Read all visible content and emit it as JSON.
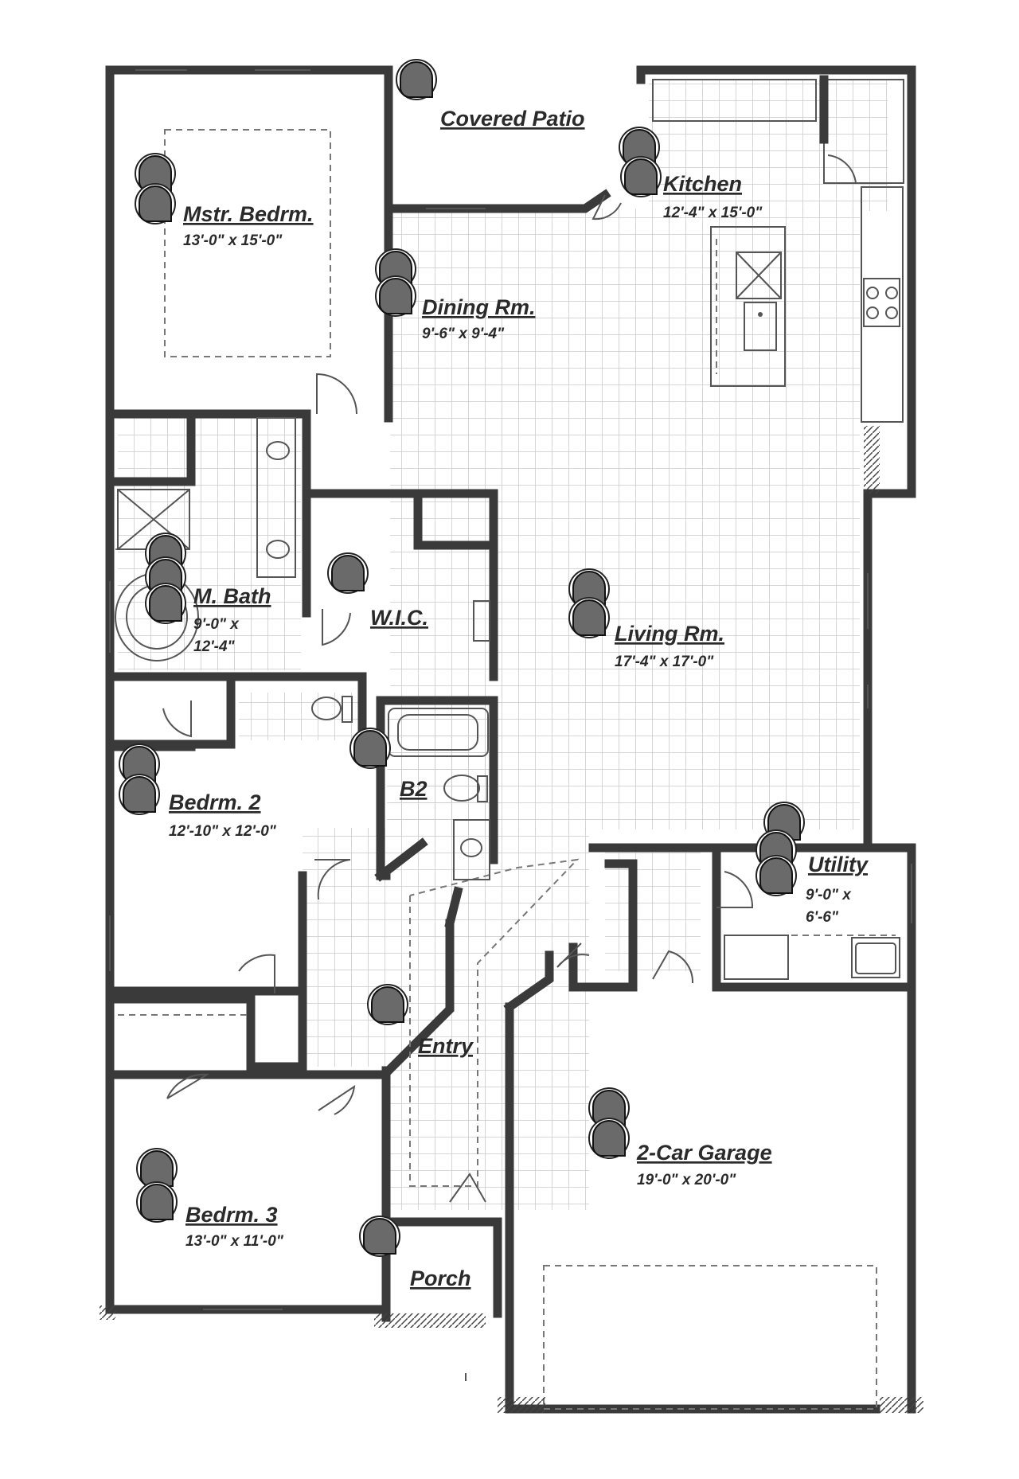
{
  "rooms": {
    "covered_patio": {
      "name": "Covered Patio"
    },
    "kitchen": {
      "name": "Kitchen",
      "dims": "12'-4\" x 15'-0\""
    },
    "master_bedroom": {
      "name": "Mstr. Bedrm.",
      "dims": "13'-0\" x 15'-0\""
    },
    "dining": {
      "name": "Dining Rm.",
      "dims": "9'-6\" x 9'-4\""
    },
    "master_bath": {
      "name": "M. Bath",
      "dims_line1": "9'-0\" x",
      "dims_line2": "12'-4\""
    },
    "wic": {
      "name": "W.I.C."
    },
    "living": {
      "name": "Living Rm.",
      "dims": "17'-4\" x 17'-0\""
    },
    "bedroom2": {
      "name": "Bedrm. 2",
      "dims": "12'-10\" x 12'-0\""
    },
    "bath2": {
      "name": "B2"
    },
    "utility": {
      "name": "Utility",
      "dims_line1": "9'-0\" x",
      "dims_line2": "6'-6\""
    },
    "entry": {
      "name": "Entry"
    },
    "garage": {
      "name": "2-Car Garage",
      "dims": "19'-0\" x 20'-0\""
    },
    "bedroom3": {
      "name": "Bedrm. 3",
      "dims": "13'-0\" x 11'-0\""
    },
    "porch": {
      "name": "Porch"
    }
  },
  "colors": {
    "wall": "#3a3a3a",
    "grid": "#c8c8c8",
    "marker_fill": "#6a6a6a",
    "text": "#2a2a2a"
  },
  "marker_icon": "camera-view-marker-icon"
}
